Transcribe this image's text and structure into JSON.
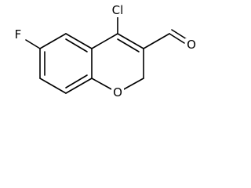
{
  "molecule": {
    "atoms": {
      "chlorine": "Cl",
      "fluorine": "F",
      "ring_oxygen": "O",
      "aldehyde_oxygen": "O"
    }
  }
}
